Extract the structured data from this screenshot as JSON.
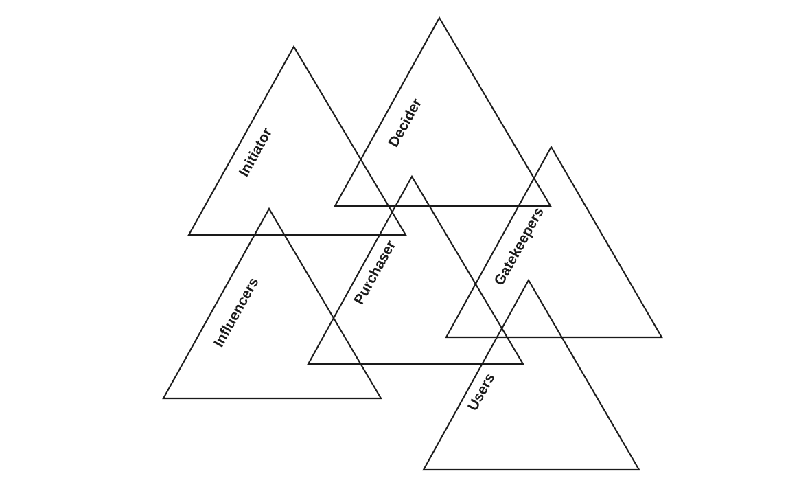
{
  "diagram": {
    "roles": [
      {
        "id": "initiator",
        "label": "Initiator"
      },
      {
        "id": "decider",
        "label": "Decider"
      },
      {
        "id": "purchaser",
        "label": "Purchaser"
      },
      {
        "id": "gatekeepers",
        "label": "Gatekeepers"
      },
      {
        "id": "influencers",
        "label": "Influencers"
      },
      {
        "id": "users",
        "label": "Users"
      }
    ]
  }
}
